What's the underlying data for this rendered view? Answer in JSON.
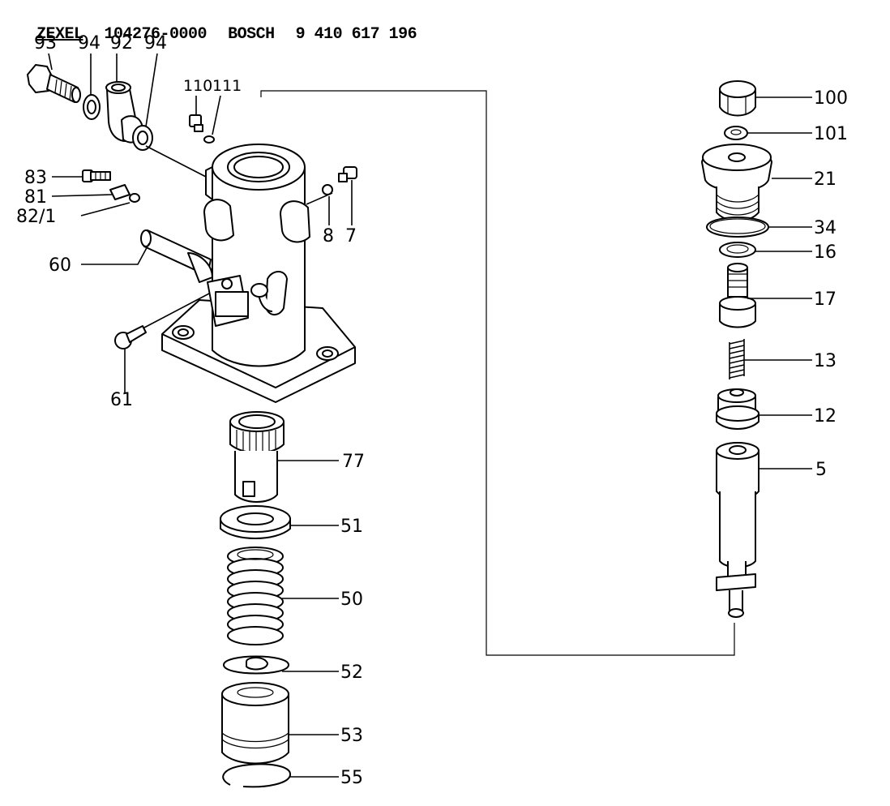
{
  "header": {
    "brand": "ZEXEL",
    "zexel_number": "104276-0000",
    "brand2": "BOSCH",
    "bosch_number": "9 410 617 196"
  },
  "labels": {
    "p93": "93",
    "p94a": "94",
    "p92": "92",
    "p94b": "94",
    "p110": "110",
    "p111": "111",
    "p83": "83",
    "p81": "81",
    "p82": "82/1",
    "p8": "8",
    "p7": "7",
    "p60": "60",
    "p61": "61",
    "p77": "77",
    "p51": "51",
    "p50": "50",
    "p52": "52",
    "p53": "53",
    "p55": "55",
    "p100": "100",
    "p101": "101",
    "p21": "21",
    "p34": "34",
    "p16": "16",
    "p17": "17",
    "p13": "13",
    "p12": "12",
    "p5": "5"
  }
}
